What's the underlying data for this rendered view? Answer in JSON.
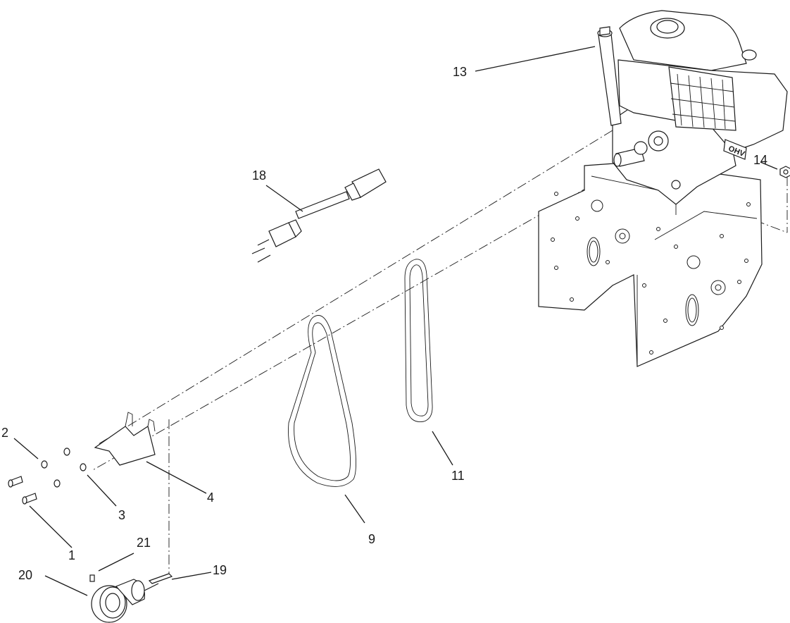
{
  "diagram": {
    "callouts": [
      {
        "id": "c13",
        "text": "13"
      },
      {
        "id": "c18",
        "text": "18"
      },
      {
        "id": "c14",
        "text": "14"
      },
      {
        "id": "c2",
        "text": "2"
      },
      {
        "id": "c4",
        "text": "4"
      },
      {
        "id": "c3",
        "text": "3"
      },
      {
        "id": "c1",
        "text": "1"
      },
      {
        "id": "c21",
        "text": "21"
      },
      {
        "id": "c20",
        "text": "20"
      },
      {
        "id": "c19",
        "text": "19"
      },
      {
        "id": "c9",
        "text": "9"
      },
      {
        "id": "c11",
        "text": "11"
      }
    ],
    "engine_badge_text": "OHV"
  }
}
